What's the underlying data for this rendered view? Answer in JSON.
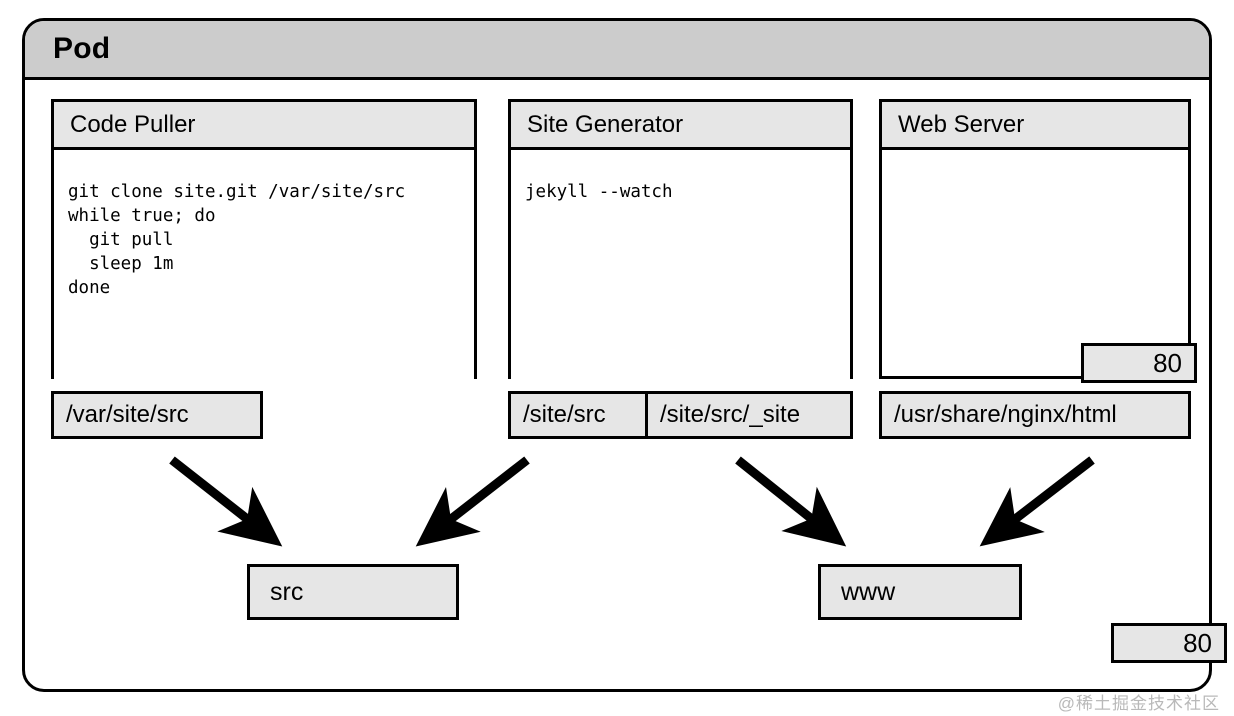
{
  "diagram": {
    "title": "Kubernetes Pod with three containers and two shared volumes",
    "watermark": "@稀土掘金技术社区",
    "colors": {
      "pod_header_fill": "#cccccc",
      "box_header_fill": "#e6e6e6",
      "chip_fill": "#e6e6e6",
      "stroke": "#000000",
      "body_fill": "#ffffff",
      "watermark": "#b9b9b9"
    }
  },
  "pod": {
    "label": "Pod",
    "port": "80"
  },
  "containers": [
    {
      "name": "Code Puller",
      "code": "git clone site.git /var/site/src\nwhile true; do\n  git pull\n  sleep 1m\ndone",
      "mounts": [
        {
          "path": "/var/site/src"
        }
      ]
    },
    {
      "name": "Site Generator",
      "code": "jekyll --watch",
      "mounts": [
        {
          "path": "/site/src"
        },
        {
          "path": "/site/src/_site"
        }
      ]
    },
    {
      "name": "Web Server",
      "code": "",
      "port": "80",
      "mounts": [
        {
          "path": "/usr/share/nginx/html"
        }
      ]
    }
  ],
  "volumes": [
    {
      "name": "src"
    },
    {
      "name": "www"
    }
  ],
  "connections": [
    {
      "from": "/var/site/src",
      "to": "src"
    },
    {
      "from": "/site/src",
      "to": "src"
    },
    {
      "from": "/site/src/_site",
      "to": "www"
    },
    {
      "from": "/usr/share/nginx/html",
      "to": "www"
    }
  ]
}
